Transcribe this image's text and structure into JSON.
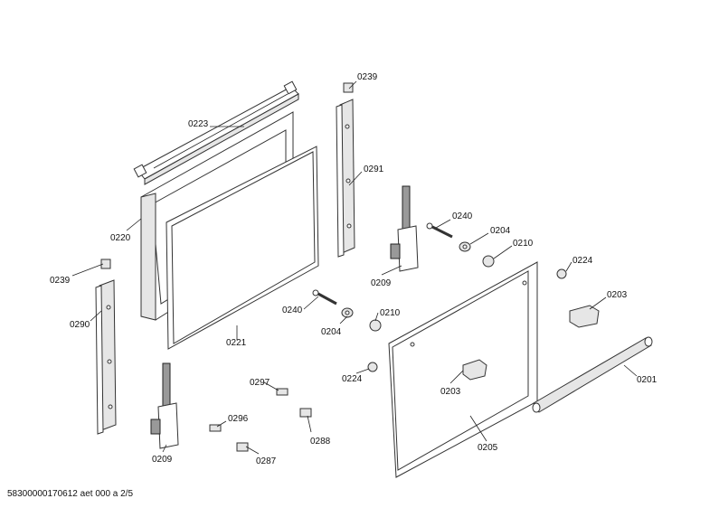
{
  "labels": {
    "l0239a": "0239",
    "l0223": "0223",
    "l0291": "0291",
    "l0220": "0220",
    "l0239b": "0239",
    "l0290": "0290",
    "l0240a": "0240",
    "l0204a": "0204",
    "l0210a": "0210",
    "l0209a": "0209",
    "l0224a": "0224",
    "l0203a": "0203",
    "l0240b": "0240",
    "l0210b": "0210",
    "l0204b": "0204",
    "l0221": "0221",
    "l0224b": "0224",
    "l0203b": "0203",
    "l0201": "0201",
    "l0297": "0297",
    "l0296": "0296",
    "l0288": "0288",
    "l0287": "0287",
    "l0209b": "0209",
    "l0205": "0205"
  },
  "footer": "58300000170612 aet 000 a 2/5"
}
